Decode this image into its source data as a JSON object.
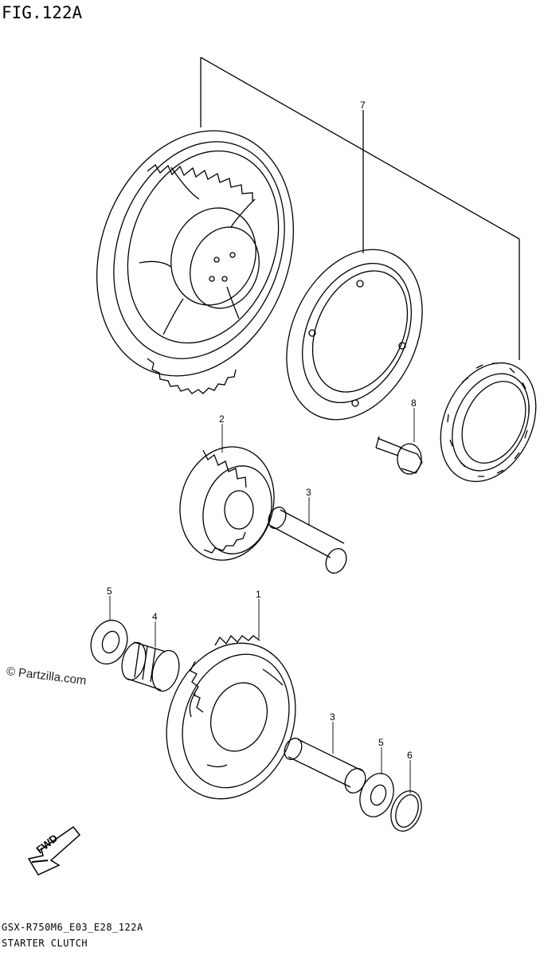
{
  "figure": {
    "title": "FIG.122A",
    "code": "GSX-R750M6_E03_E28_122A",
    "name": "STARTER CLUTCH"
  },
  "watermark": "© Partzilla.com",
  "fwd_label": "FWD",
  "callouts": [
    {
      "id": "callout-7",
      "label": "7"
    },
    {
      "id": "callout-8",
      "label": "8"
    },
    {
      "id": "callout-2",
      "label": "2"
    },
    {
      "id": "callout-3-upper",
      "label": "3"
    },
    {
      "id": "callout-5-left",
      "label": "5"
    },
    {
      "id": "callout-4",
      "label": "4"
    },
    {
      "id": "callout-1",
      "label": "1"
    },
    {
      "id": "callout-3-lower",
      "label": "3"
    },
    {
      "id": "callout-5-right",
      "label": "5"
    },
    {
      "id": "callout-6",
      "label": "6"
    }
  ]
}
